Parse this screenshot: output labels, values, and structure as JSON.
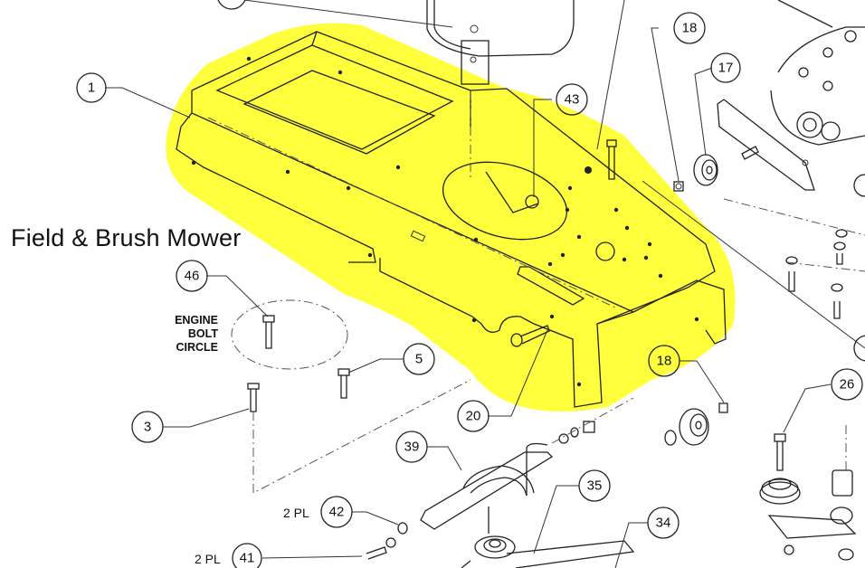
{
  "title": "Field & Brush Mower",
  "engine_label": {
    "line1": "ENGINE",
    "line2": "BOLT",
    "line3": "CIRCLE"
  },
  "pl_labels": {
    "p42": "2 PL",
    "p41": "2 PL"
  },
  "callouts": {
    "c1": "1",
    "c43": "43",
    "c18a": "18",
    "c17": "17",
    "c46": "46",
    "c5": "5",
    "c18b": "18",
    "c26": "26",
    "c3": "3",
    "c20": "20",
    "c39": "39",
    "c35": "35",
    "c42": "42",
    "c34": "34",
    "c41": "41"
  },
  "colors": {
    "highlight": "#ffff33",
    "line": "#222222"
  }
}
